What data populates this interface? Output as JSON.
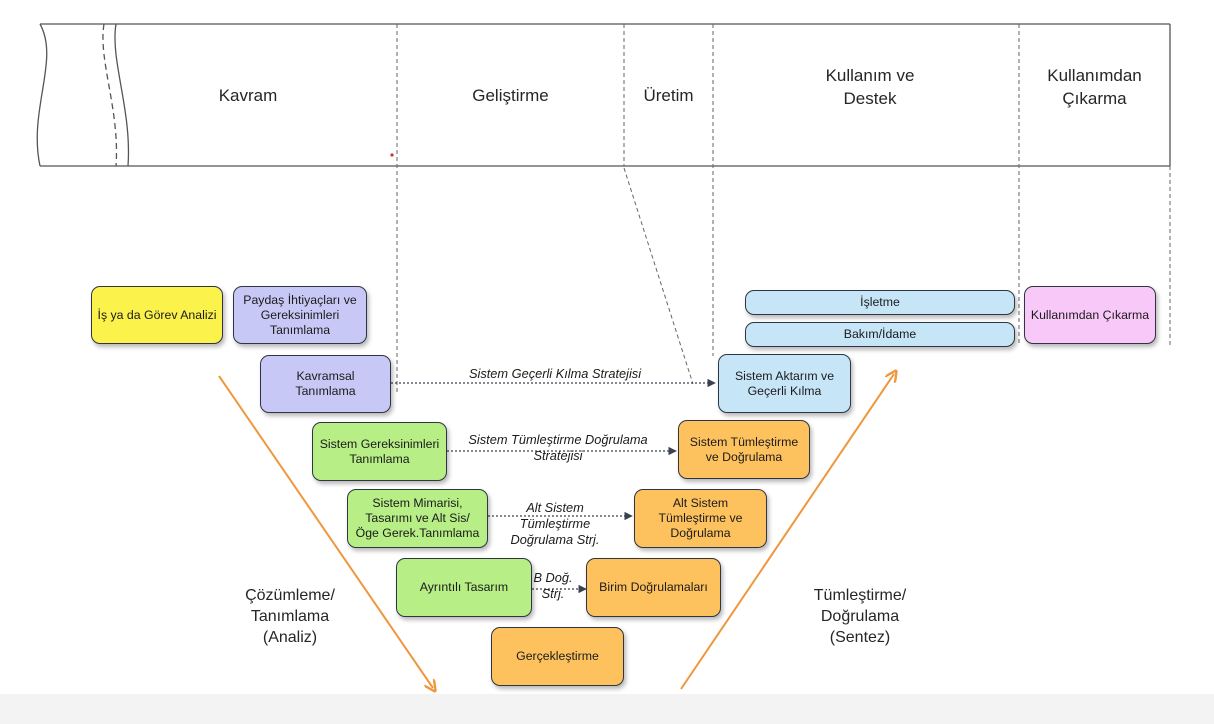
{
  "phases": [
    {
      "key": "kavram",
      "label": "Kavram"
    },
    {
      "key": "gelistirme",
      "label": "Geliştirme"
    },
    {
      "key": "uretim",
      "label": "Üretim"
    },
    {
      "key": "kullanim",
      "label": "Kullanım ve\nDestek"
    },
    {
      "key": "cikarma",
      "label": "Kullanımdan\nÇıkarma"
    }
  ],
  "boxes": {
    "is_analizi": "İş ya da Görev Analizi",
    "paydas": "Paydaş İhtiyaçları ve Gereksinimleri Tanımlama",
    "kavramsal": "Kavramsal Tanımlama",
    "sistem_gereksinim": "Sistem Gereksinimleri Tanımlama",
    "sistem_mimarisi": "Sistem Mimarisi, Tasarımı ve Alt Sis/ Öge Gerek.Tanımlama",
    "ayrintili": "Ayrıntılı Tasarım",
    "gerceklestirme": "Gerçekleştirme",
    "birim": "Birim Doğrulamaları",
    "alt_sistem": "Alt Sistem Tümleştirme ve Doğrulama",
    "sistem_tumlestirme": "Sistem Tümleştirme ve Doğrulama",
    "aktarim": "Sistem Aktarım ve Geçerli Kılma",
    "isletme": "İşletme",
    "bakim": "Bakım/İdame",
    "kullanimdan_cikarma": "Kullanımdan Çıkarma"
  },
  "strategies": {
    "gecerli_kilma": "Sistem Geçerli Kılma Stratejisi",
    "tumlestirme_dogrulama": "Sistem Tümleştirme Doğrulama\nStratejisi",
    "alt_sistem": "Alt Sistem\nTümleştirme\nDoğrulama Strj.",
    "birim": "B Doğ.\nStrj."
  },
  "captions": {
    "left": "Çözümleme/\nTanımlama\n(Analiz)",
    "right": "Tümleştirme/\nDoğrulama\n(Sentez)"
  },
  "colors": {
    "arrow_orange": "#f0963c",
    "yellow": "#fbf24c",
    "lavender": "#c8c8f6",
    "green": "#b7ee86",
    "orange": "#fdc15e",
    "blue": "#c6e6f8",
    "pink": "#f8c8f8"
  }
}
